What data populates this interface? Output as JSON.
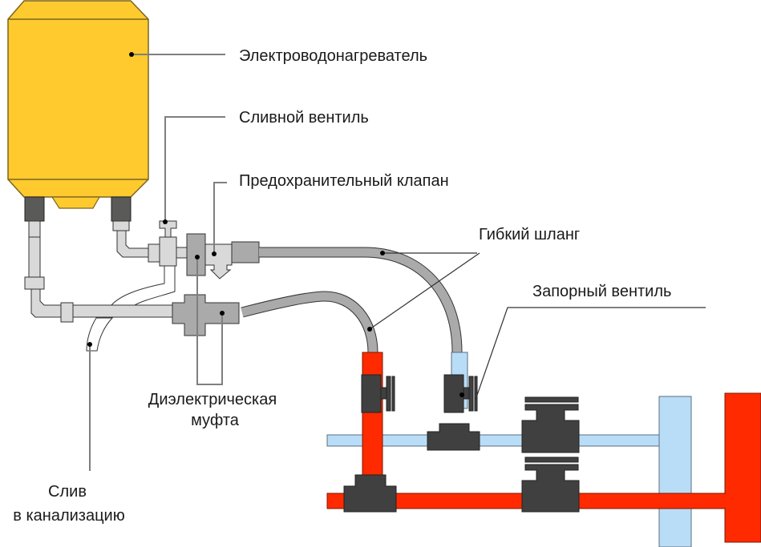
{
  "diagram": {
    "title": "Water heater connection scheme",
    "labels": {
      "heater": "Электроводонагреватель",
      "drain_valve": "Сливной вентиль",
      "safety_valve": "Предохранительный клапан",
      "flex_hose": "Гибкий шланг",
      "shutoff_valve": "Запорный вентиль",
      "dielectric_line1": "Диэлектрическая",
      "dielectric_line2": "муфта",
      "drain_line1": "Слив",
      "drain_line2": "в канализацию"
    },
    "colors": {
      "heater": "#FFCA2E",
      "heater_stroke": "#7A6520",
      "fitting_dark": "#404040",
      "nipple": "#5A5B58",
      "pipe_light": "#D9D9D9",
      "fitting_gray": "#AAAAAA",
      "hot": "#FF2A00",
      "cold": "#BADDF7",
      "leader": "#7F7F7F"
    }
  }
}
